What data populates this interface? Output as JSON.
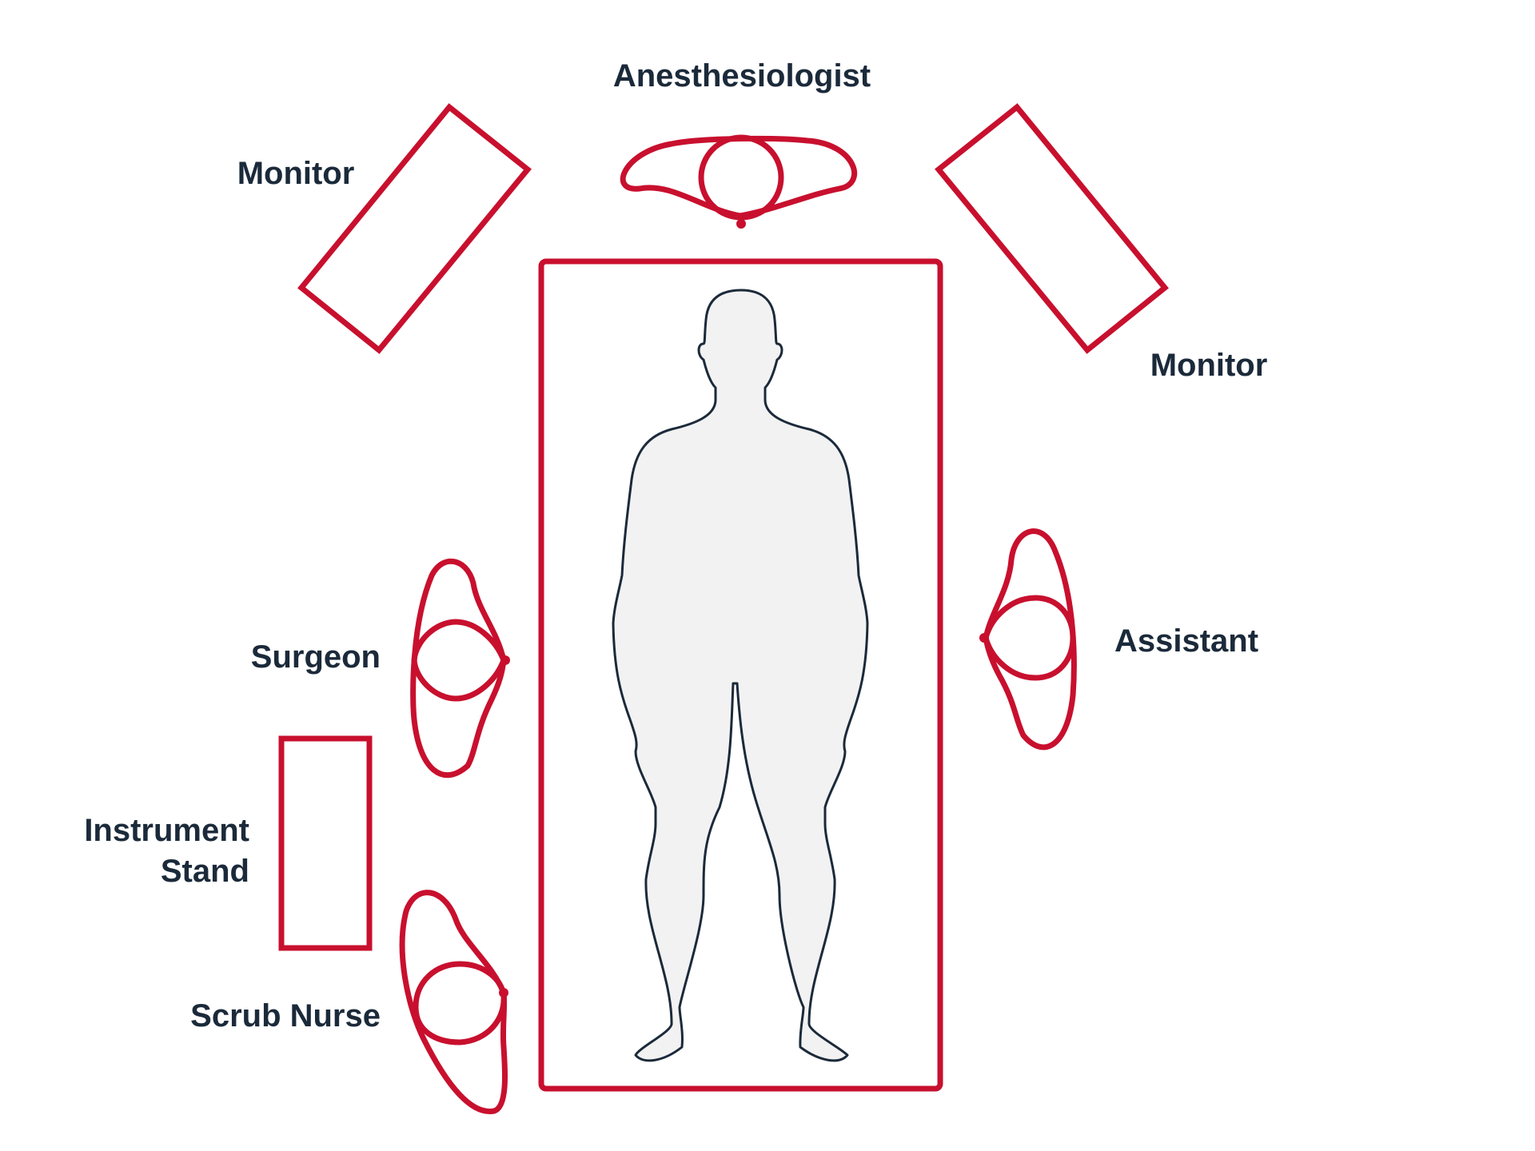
{
  "colors": {
    "accent": "#C8102E",
    "text": "#1B2A3A",
    "body_fill": "#F2F2F2",
    "body_stroke": "#1B2A3A",
    "background": "#FFFFFF"
  },
  "labels": {
    "anesthesiologist": "Anesthesiologist",
    "monitor_left": "Monitor",
    "monitor_right": "Monitor",
    "surgeon": "Surgeon",
    "assistant": "Assistant",
    "instrument_line1": "Instrument",
    "instrument_line2": "Stand",
    "scrub_nurse": "Scrub Nurse"
  }
}
